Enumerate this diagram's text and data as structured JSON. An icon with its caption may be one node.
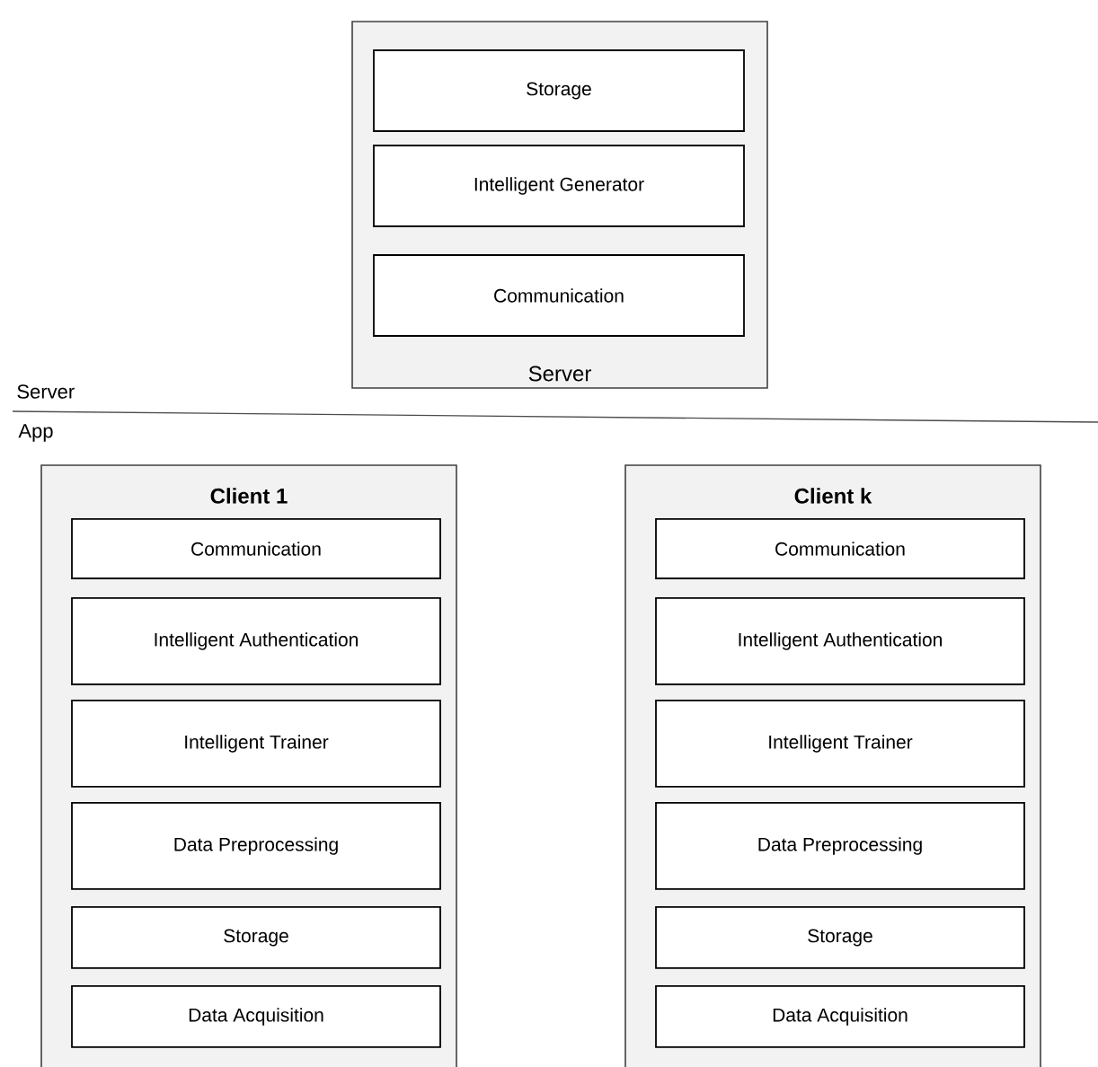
{
  "diagram": {
    "nodes": [
      {
        "text": [
          "Server"
        ]
      },
      {
        "text": [
          "Storage"
        ],
        "in": 0
      },
      {
        "text": [
          "Intelligent Generator"
        ],
        "in": 0
      },
      {
        "text": [
          "Communication"
        ],
        "in": 0
      },
      {
        "text": [
          "Client 1"
        ]
      },
      {
        "text": [
          "Communication"
        ],
        "in": 4
      },
      {
        "text": [
          "Intelligent Authentication"
        ],
        "in": 4
      },
      {
        "text": [
          "Intelligent Trainer"
        ],
        "in": 4
      },
      {
        "text": [
          "Data Preprocessing"
        ],
        "in": 4
      },
      {
        "text": [
          "Storage"
        ],
        "in": 4
      },
      {
        "text": [
          "Data Acquisition"
        ],
        "in": 4
      },
      {
        "text": [
          "Client k"
        ]
      },
      {
        "text": [
          "Communication"
        ],
        "in": 11
      },
      {
        "text": [
          "Intelligent Authentication"
        ],
        "in": 11
      },
      {
        "text": [
          "Intelligent Trainer"
        ],
        "in": 11
      },
      {
        "text": [
          "Data Preprocessing"
        ],
        "in": 11
      },
      {
        "text": [
          "Storage"
        ],
        "in": 11
      },
      {
        "text": [
          "Data Acquisition"
        ],
        "in": 11
      }
    ],
    "labels": [
      "Server",
      "App"
    ]
  }
}
